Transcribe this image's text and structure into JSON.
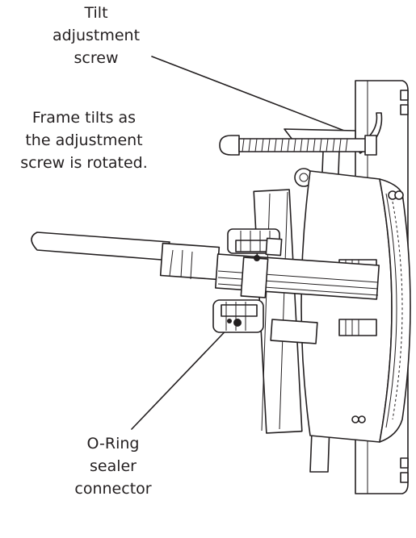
{
  "callouts": {
    "tilt_screw": [
      "Tilt",
      "adjustment",
      "screw"
    ],
    "frame_tilt": [
      "Frame tilts as",
      "the adjustment",
      "screw is rotated."
    ],
    "oring": [
      "O-Ring",
      "sealer",
      "connector"
    ]
  },
  "colors": {
    "line": "#231f20",
    "background": "#ffffff"
  }
}
